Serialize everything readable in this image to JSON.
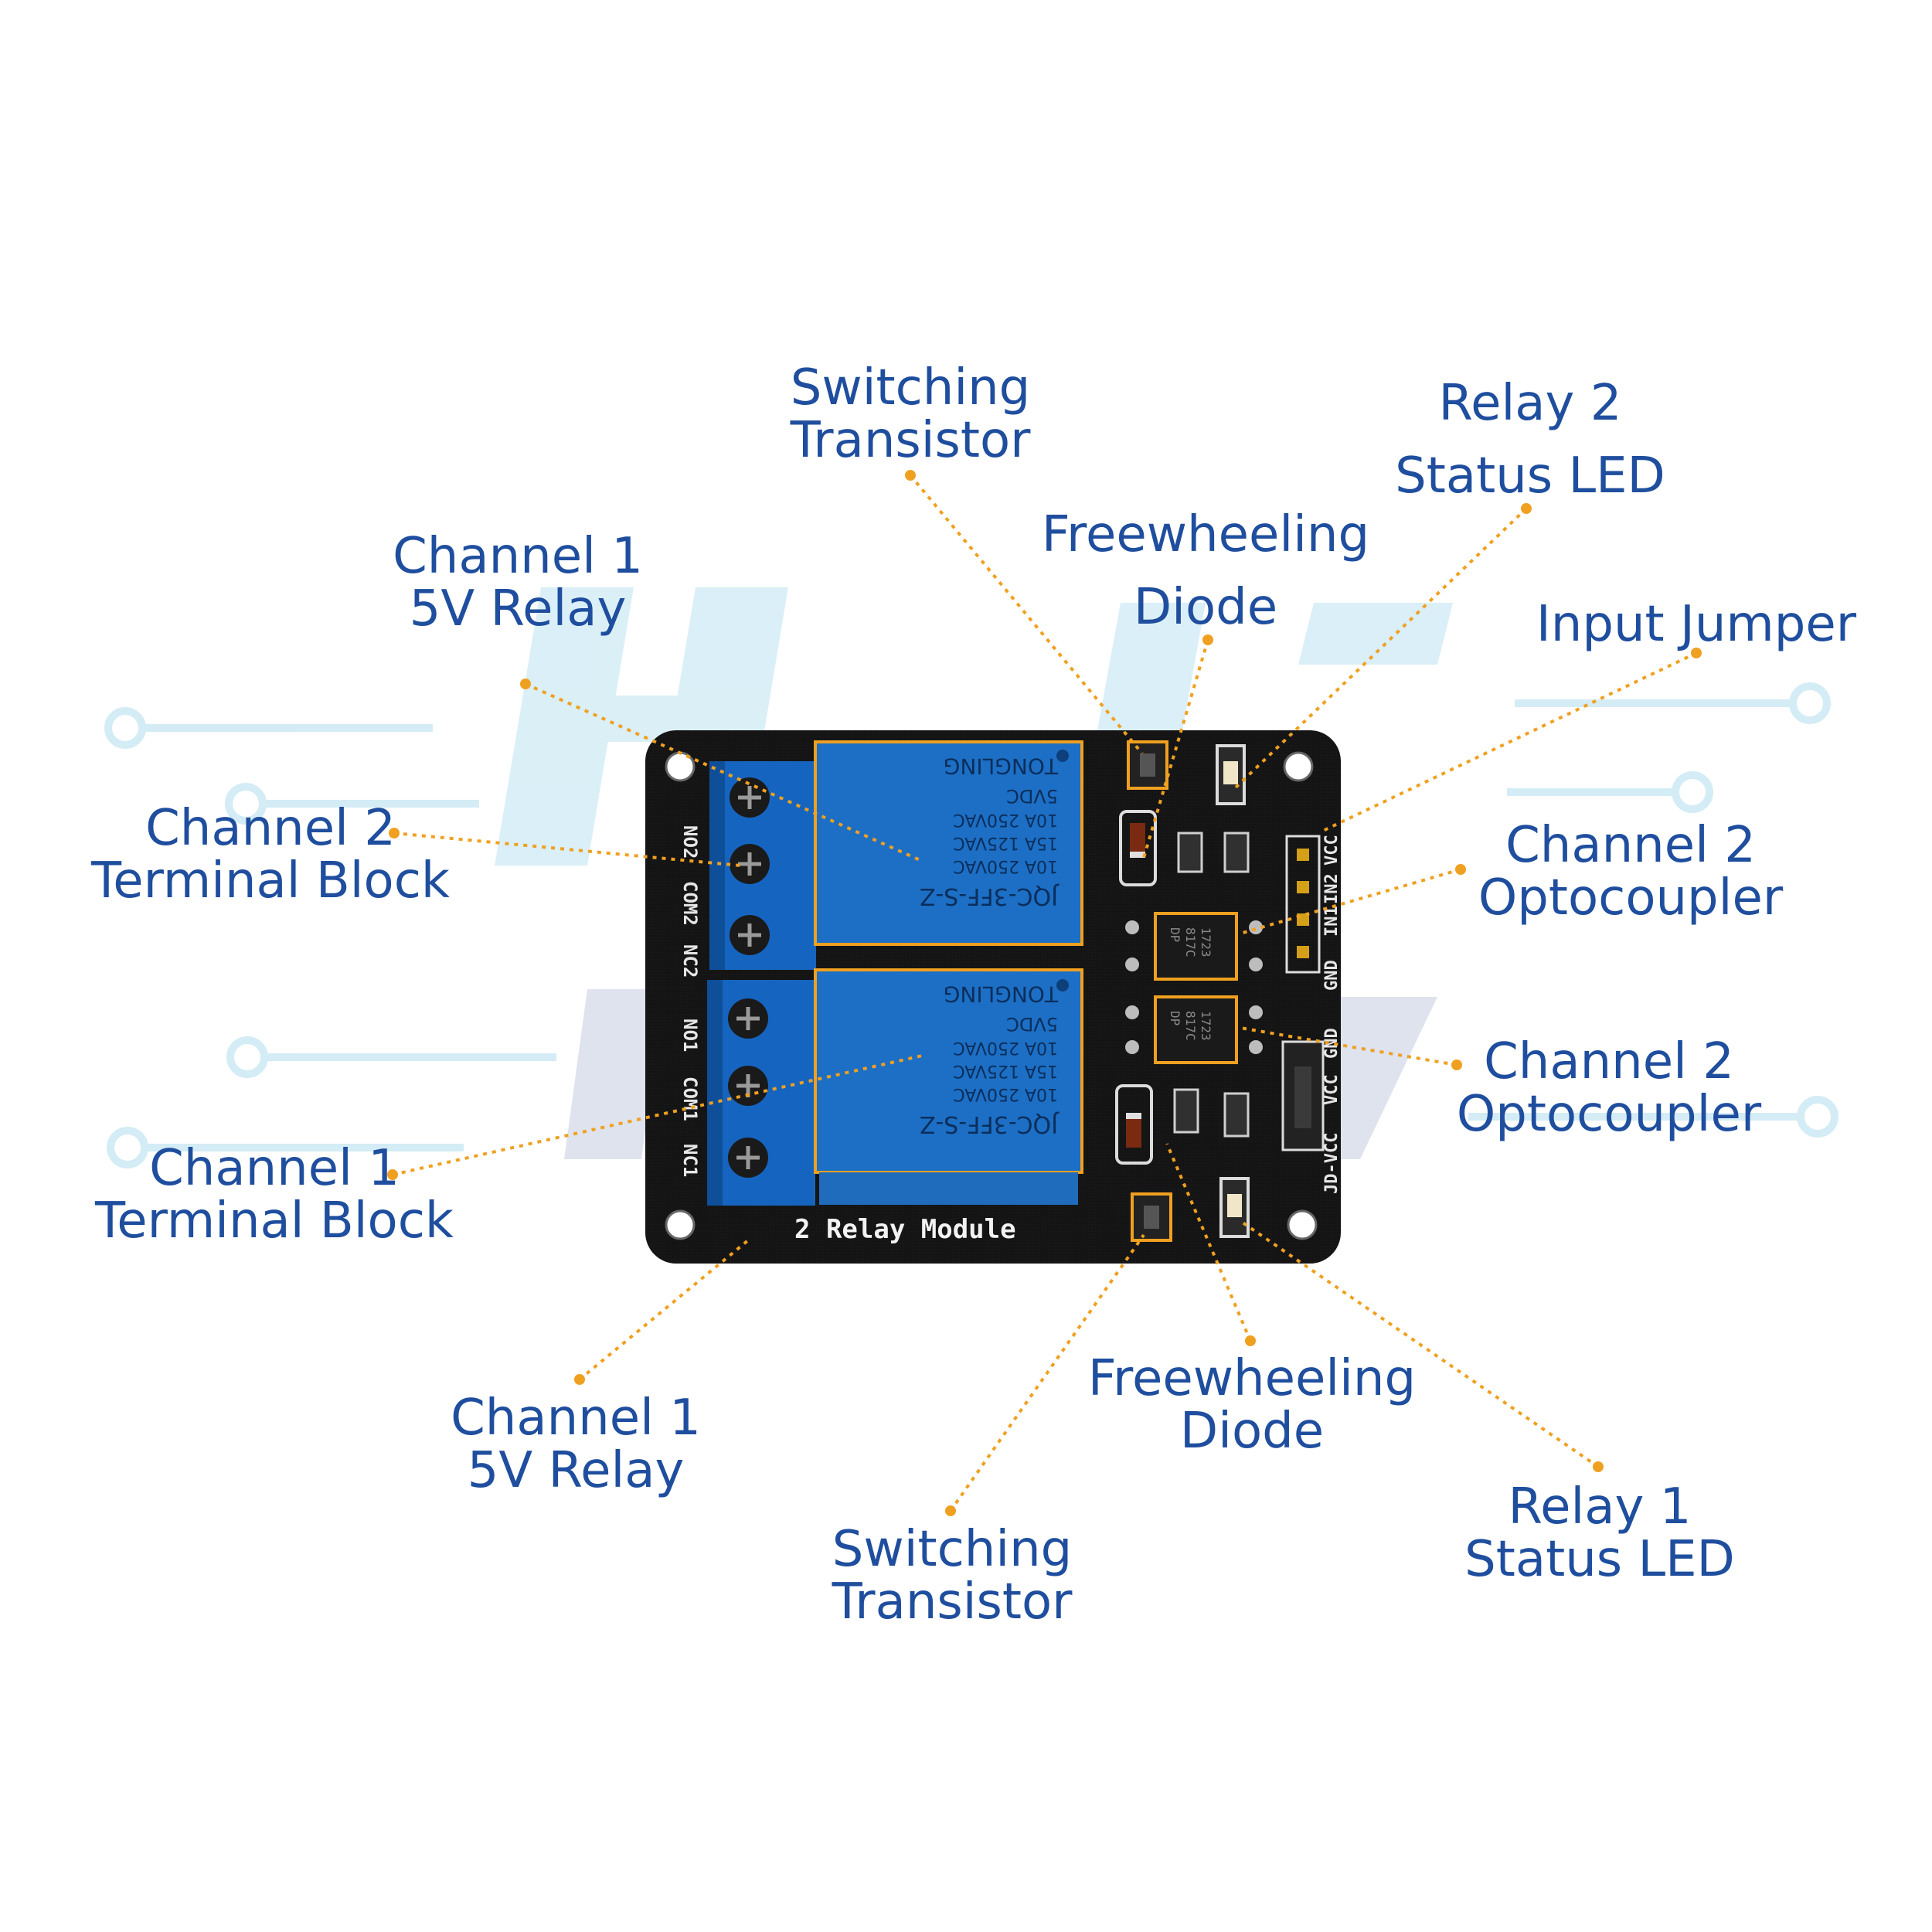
{
  "colors": {
    "label_text": "#1f4e9e",
    "leader_line": "#f0a020",
    "pcb": "#141414",
    "relay_body": "#1c6fc4",
    "terminal_block": "#1565c0",
    "highlight": "#f0a020",
    "watermark": "#cfeaf5"
  },
  "board": {
    "silkscreen_title": "2 Relay Module",
    "terminal_labels": [
      "NO2",
      "COM2",
      "NC2",
      "NO1",
      "COM1",
      "NC1"
    ],
    "header_labels_top": [
      "VCC",
      "IN2",
      "IN1",
      "GND"
    ],
    "header_labels_bottom": [
      "GND",
      "VCC",
      "JD-VCC"
    ],
    "relay_text": {
      "model": "JQC-3FF-S-Z",
      "rating_1": "10A 250VAC",
      "rating_2": "15A 125VAC",
      "rating_3": "10A 250VAC",
      "coil": "5VDC",
      "brand": "TONGLING"
    },
    "optocoupler_text": [
      "DP",
      "817C",
      "1723"
    ]
  },
  "labels": {
    "switching_transistor_top": {
      "line1": "Switching",
      "line2": "Transistor"
    },
    "relay2_status_led": {
      "line1": "Relay 2",
      "line2": "Status LED"
    },
    "freewheeling_diode_top": {
      "line1": "Freewheeling",
      "line2": "Diode"
    },
    "channel1_relay_top": {
      "line1": "Channel 1",
      "line2": "5V Relay"
    },
    "input_jumper": {
      "line1": "Input Jumper"
    },
    "channel2_terminal_block": {
      "line1": "Channel 2",
      "line2": "Terminal Block"
    },
    "channel2_optocoupler_top": {
      "line1": "Channel 2",
      "line2": "Optocoupler"
    },
    "channel2_optocoupler_bottom": {
      "line1": "Channel 2",
      "line2": "Optocoupler"
    },
    "channel1_terminal_block": {
      "line1": "Channel 1",
      "line2": "Terminal Block"
    },
    "channel1_relay_bottom": {
      "line1": "Channel 1",
      "line2": "5V Relay"
    },
    "freewheeling_diode_bottom": {
      "line1": "Freewheeling",
      "line2": "Diode"
    },
    "switching_transistor_bottom": {
      "line1": "Switching",
      "line2": "Transistor"
    },
    "relay1_status_led": {
      "line1": "Relay 1",
      "line2": "Status LED"
    }
  }
}
